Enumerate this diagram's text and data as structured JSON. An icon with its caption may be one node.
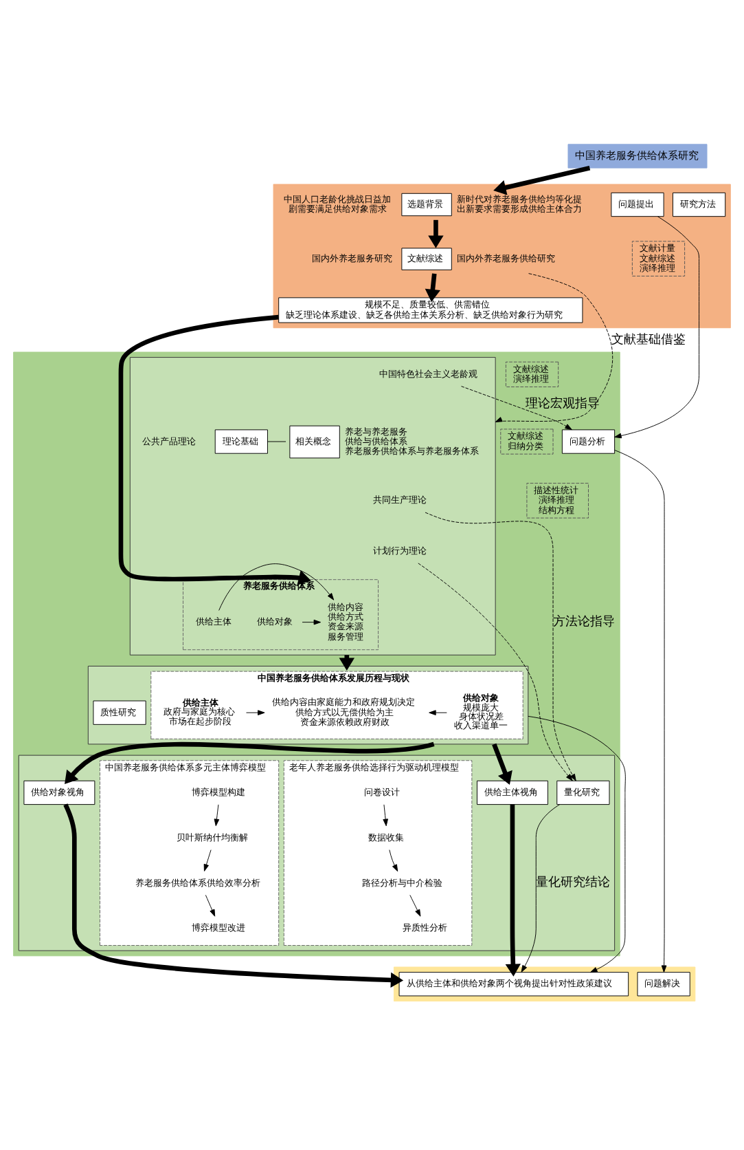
{
  "diagram": {
    "nodes": [
      {
        "text": [
          "中国养老服务供给体系研究"
        ]
      },
      {
        "text": [],
        "shape": "band"
      },
      {
        "text": [
          "问题提出"
        ],
        "in": 1
      },
      {
        "text": [
          "选题背景"
        ],
        "in": 1,
        "beside": [
          "中国人口老龄化挑战日益加剧需要满足供给对象需求",
          "新时代对养老服务供给均等化提出新要求需要形成供给主体合力"
        ]
      },
      {
        "text": [
          "文献综述"
        ],
        "in": 1,
        "beside": [
          "国内外养老服务研究",
          "国内外养老服务供给研究"
        ]
      },
      {
        "text": [
          "规模不足、质量较低、供需错位",
          "缺乏理论体系建设、缺乏各供给主体关系分析、缺乏供给对象行为研究"
        ],
        "in": 1
      },
      {
        "text": [
          "研究方法"
        ],
        "in": 1
      },
      {
        "text": [
          "文献计量",
          "文献综述",
          "演绎推理"
        ],
        "in": 1
      },
      {
        "text": [],
        "shape": "band"
      },
      {
        "text": [
          "问题分析"
        ],
        "in": 8
      },
      {
        "text": [],
        "shape": "box",
        "in": 8
      },
      {
        "text": [
          "理论基础"
        ],
        "in": 10
      },
      {
        "text": [
          "中国特色社会主义老龄观"
        ],
        "in": 10
      },
      {
        "text": [
          "公共产品理论"
        ],
        "in": 10
      },
      {
        "text": [
          "共同生产理论"
        ],
        "in": 10
      },
      {
        "text": [
          "计划行为理论"
        ],
        "in": 10
      },
      {
        "text": [
          "相关概念"
        ],
        "in": 10,
        "beside": [
          "养老与养老服务",
          "供给与供给体系",
          "养老服务供给体系与养老服务体系"
        ]
      },
      {
        "text": [
          "养老服务供给体系"
        ],
        "in": 10
      },
      {
        "text": [
          "供给主体"
        ],
        "in": 17
      },
      {
        "text": [
          "供给内容",
          "供给方式",
          "资金来源",
          "服务管理"
        ],
        "in": 17
      },
      {
        "text": [
          "供给对象"
        ],
        "in": 17
      },
      {
        "text": [
          "文献综述",
          "演绎推理"
        ],
        "in": 8
      },
      {
        "text": [],
        "shape": "box",
        "in": 8
      },
      {
        "text": [
          "质性研究"
        ],
        "in": 22
      },
      {
        "text": [
          "中国养老服务供给体系发展历程与现状"
        ],
        "in": 22
      },
      {
        "text": [
          "供给主体",
          "政府与家庭为核心",
          "市场在起步阶段"
        ],
        "in": 24
      },
      {
        "text": [
          "供给内容由家庭能力和政府规划决定",
          "供给方式以无偿供给为主",
          "资金来源依赖政府财政"
        ],
        "in": 24
      },
      {
        "text": [
          "供给对象",
          "规模庞大",
          "身体状况差",
          "收入渠道单一"
        ],
        "in": 24
      },
      {
        "text": [
          "文献综述",
          "归纳分类"
        ],
        "in": 8
      },
      {
        "text": [],
        "shape": "box",
        "in": 8
      },
      {
        "text": [
          "量化研究"
        ],
        "in": 29
      },
      {
        "text": [
          "中国养老服务供给体系多元主体博弈模型"
        ],
        "in": 29
      },
      {
        "text": [
          "博弈模型构建"
        ],
        "in": 31
      },
      {
        "text": [
          "贝叶斯纳什均衡解"
        ],
        "in": 31
      },
      {
        "text": [
          "养老服务供给体系供给效率分析"
        ],
        "in": 31
      },
      {
        "text": [
          "博弈模型改进"
        ],
        "in": 31
      },
      {
        "text": [
          "供给主体视角"
        ],
        "in": 29
      },
      {
        "text": [
          "供给对象视角"
        ],
        "in": 29
      },
      {
        "text": [
          "老年人养老服务供给选择行为驱动机理模型"
        ],
        "in": 29
      },
      {
        "text": [
          "问卷设计"
        ],
        "in": 38
      },
      {
        "text": [
          "数据收集"
        ],
        "in": 38
      },
      {
        "text": [
          "路径分析与中介检验"
        ],
        "in": 38
      },
      {
        "text": [
          "异质性分析"
        ],
        "in": 38
      },
      {
        "text": [
          "描述性统计",
          "演绎推理",
          "结构方程"
        ],
        "in": 8
      },
      {
        "text": [],
        "shape": "band"
      },
      {
        "text": [
          "问题解决"
        ],
        "in": 44
      },
      {
        "text": [
          "从供给主体和供给对象两个视角提出针对性政策建议"
        ],
        "in": 44
      }
    ],
    "edges": [
      {
        "from": 0,
        "to": 3,
        "arrow": "to",
        "style": "thick"
      },
      {
        "from": 3,
        "to": 4,
        "arrow": "to",
        "style": "thick"
      },
      {
        "from": 4,
        "to": 5,
        "arrow": "to",
        "style": "thick"
      },
      {
        "from": 4,
        "to": 10,
        "arrow": "to",
        "style": "dashed",
        "label": "文献基础借鉴"
      },
      {
        "from": 5,
        "to": 17,
        "arrow": "to",
        "style": "thick"
      },
      {
        "from": 2,
        "to": 9,
        "arrow": "to"
      },
      {
        "from": 12,
        "to": 9,
        "arrow": "to",
        "style": "dashed",
        "label": "理论宏观指导"
      },
      {
        "from": 11,
        "to": 16,
        "arrow": "none"
      },
      {
        "from": 14,
        "to": 30,
        "arrow": "to",
        "style": "dashed",
        "label": "方法论指导"
      },
      {
        "from": 15,
        "to": 30,
        "arrow": "to",
        "style": "dashed"
      },
      {
        "from": 18,
        "to": 19,
        "arrow": "to"
      },
      {
        "from": 20,
        "to": 19,
        "arrow": "to"
      },
      {
        "from": 10,
        "to": 22,
        "arrow": "to",
        "style": "thick"
      },
      {
        "from": 25,
        "to": 26,
        "arrow": "to"
      },
      {
        "from": 27,
        "to": 26,
        "arrow": "to"
      },
      {
        "from": 22,
        "to": 36,
        "arrow": "to",
        "style": "thick"
      },
      {
        "from": 22,
        "to": 37,
        "arrow": "to",
        "style": "thick"
      },
      {
        "from": 32,
        "to": 33,
        "arrow": "to"
      },
      {
        "from": 33,
        "to": 34,
        "arrow": "to"
      },
      {
        "from": 34,
        "to": 35,
        "arrow": "to"
      },
      {
        "from": 39,
        "to": 40,
        "arrow": "to"
      },
      {
        "from": 40,
        "to": 41,
        "arrow": "to"
      },
      {
        "from": 41,
        "to": 42,
        "arrow": "to"
      },
      {
        "from": 36,
        "to": 46,
        "arrow": "to",
        "style": "thick"
      },
      {
        "from": 37,
        "to": 46,
        "arrow": "to",
        "style": "thick"
      },
      {
        "from": 9,
        "to": 45,
        "arrow": "to"
      },
      {
        "from": 30,
        "to": 46,
        "arrow": "to",
        "label": "量化研究结论"
      },
      {
        "from": 22,
        "to": 46,
        "arrow": "to"
      }
    ]
  }
}
